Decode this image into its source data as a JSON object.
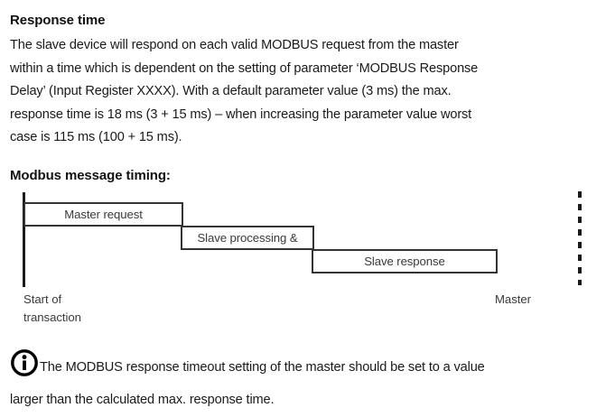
{
  "document": {
    "section_heading": "Response time",
    "paragraph": {
      "lines": [
        "The slave device will respond on each valid MODBUS request from the master",
        "within a time which is dependent on the setting of parameter ‘MODBUS Response",
        "Delay’ (Input Register XXXX). With a default parameter value (3 ms) the max.",
        "response time is 18 ms (3 + 15 ms) – when increasing the parameter value worst",
        "case is 115 ms (100 + 15 ms)."
      ],
      "full_text": "The slave device will respond on each valid MODBUS request from the master within a time which is dependent on the setting of parameter ‘MODBUS Response Delay’ (Input Register XXXX). With a default parameter value (3 ms) the max. response time is 18 ms (3 + 15 ms) – when increasing the parameter value worst case is 115 ms (100 + 15 ms)."
    },
    "diagram_heading": "Modbus message timing:",
    "diagram": {
      "boxes": [
        {
          "label": "Master request"
        },
        {
          "label": "Slave processing &"
        },
        {
          "label": "Slave response"
        }
      ],
      "start_caption": {
        "line1": "Start of",
        "line2": "transaction"
      },
      "end_caption": "Master",
      "start_axis_style": "solid",
      "end_axis_style": "dashed",
      "line_color": "#1a1a1a",
      "box_border_color": "#333333"
    },
    "note": {
      "icon": "info-icon",
      "line1": "The MODBUS response timeout setting of the master should be set to a value",
      "line2": "larger than the calculated max. response time.",
      "full_text": "The MODBUS response timeout setting of the master should be set to a value larger than the calculated max. response time."
    }
  }
}
